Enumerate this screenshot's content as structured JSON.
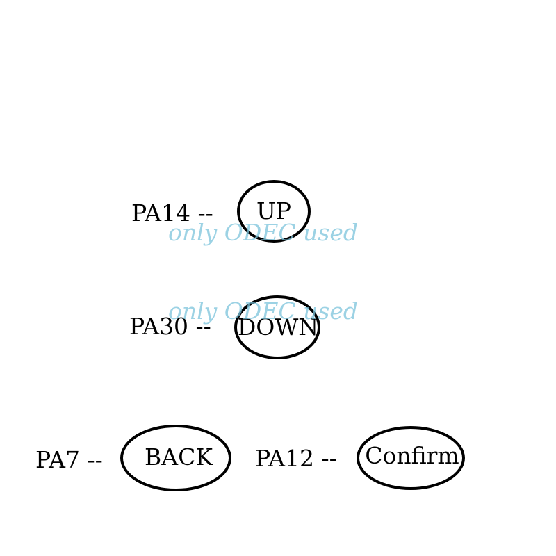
{
  "watermark": {
    "text": "only ODEC used",
    "color": "#7cc4dc"
  },
  "buttons": [
    {
      "pin_label": "PA14 --",
      "button_label": "UP"
    },
    {
      "pin_label": "PA30 --",
      "button_label": "DOWN"
    },
    {
      "pin_label": "PA7 --",
      "button_label": "BACK"
    },
    {
      "pin_label": "PA12 --",
      "button_label": "Confirm"
    }
  ]
}
